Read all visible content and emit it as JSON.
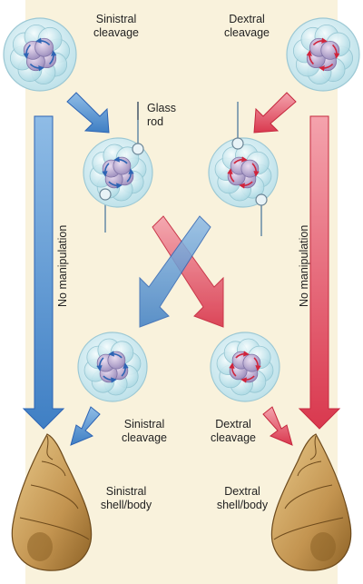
{
  "labels": {
    "sinistral_cleavage_top": "Sinistral\ncleavage",
    "dextral_cleavage_top": "Dextral\ncleavage",
    "glass_rod": "Glass\nrod",
    "no_manipulation_left": "No manipulation",
    "no_manipulation_right": "No manipulation",
    "sinistral_cleavage_bottom": "Sinistral\ncleavage",
    "dextral_cleavage_bottom": "Dextral\ncleavage",
    "sinistral_shell": "Sinistral\nshell/body",
    "dextral_shell": "Dextral\nshell/body"
  },
  "colors": {
    "sinistral": "#3f7fc4",
    "dextral": "#e0485c",
    "panel": "#f9f2dc",
    "shell": "#c9a05a"
  }
}
